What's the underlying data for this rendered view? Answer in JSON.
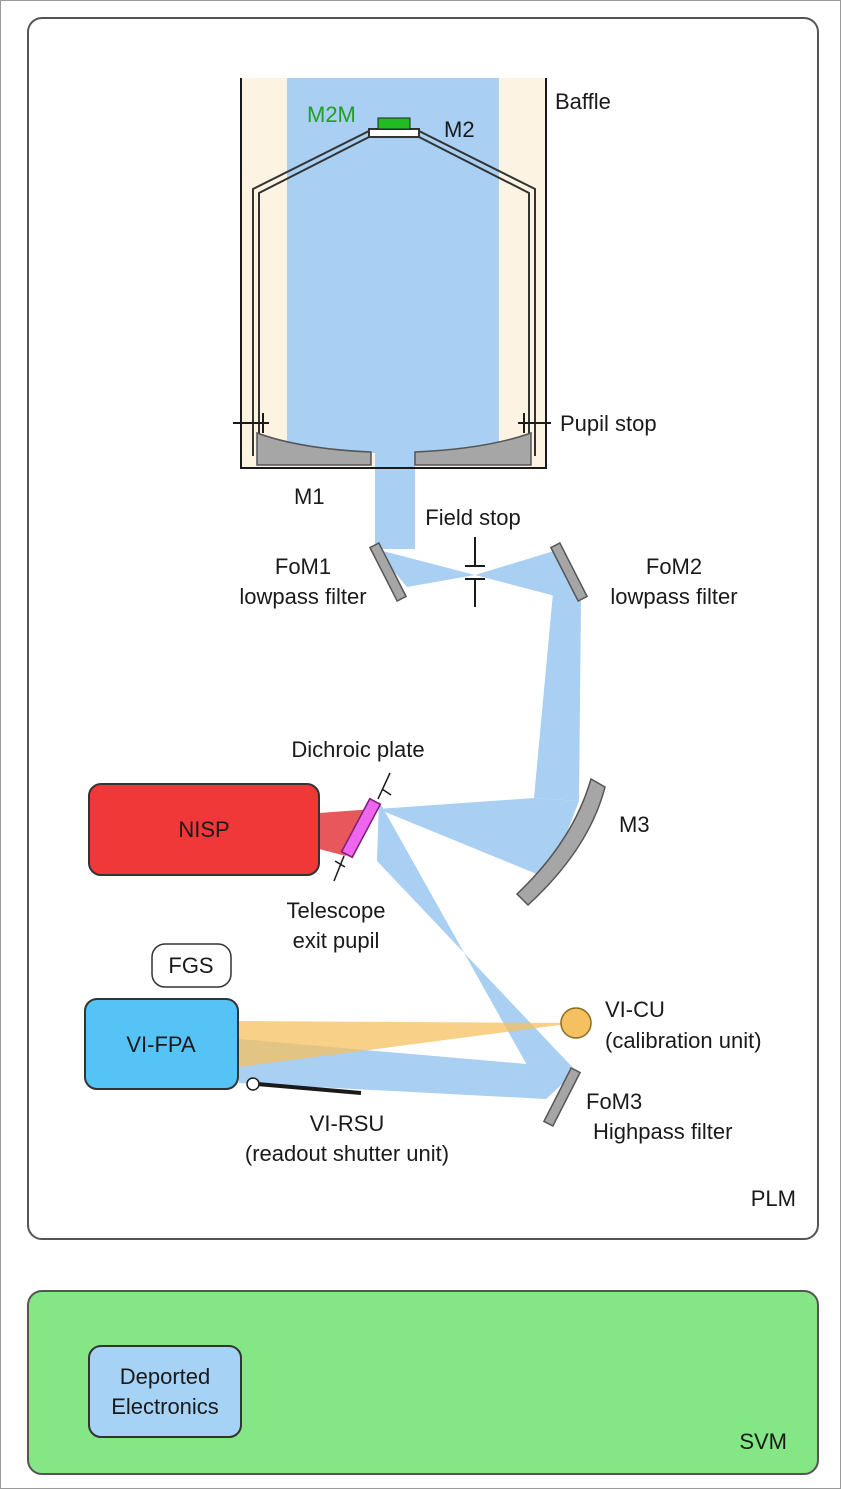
{
  "labels": {
    "baffle": "Baffle",
    "m2m": "M2M",
    "m2": "M2",
    "pupil_stop": "Pupil stop",
    "m1": "M1",
    "field_stop": "Field stop",
    "fom1_l1": "FoM1",
    "fom1_l2": "lowpass filter",
    "fom2_l1": "FoM2",
    "fom2_l2": "lowpass filter",
    "dichroic_plate": "Dichroic plate",
    "nisp": "NISP",
    "m3": "M3",
    "telescope_l1": "Telescope",
    "telescope_l2": "exit pupil",
    "fgs": "FGS",
    "vi_fpa": "VI-FPA",
    "vi_cu_l1": "VI-CU",
    "vi_cu_l2": "(calibration unit)",
    "vi_rsu_l1": "VI-RSU",
    "vi_rsu_l2": "(readout shutter unit)",
    "fom3_l1": "FoM3",
    "fom3_l2": "Highpass filter",
    "plm": "PLM",
    "deported_l1": "Deported",
    "deported_l2": "Electronics",
    "svm": "SVM"
  },
  "colors": {
    "beam": "#a9cff2",
    "baffle_fill": "#fdf3e2",
    "mirror": "#a6a6a6",
    "nisp": "#f03838",
    "nisp_beam": "#e8575c",
    "dichroic": "#ee66ee",
    "vi_fpa": "#55c3f5",
    "calibration": "#f5c060",
    "m2m": "#22bb22",
    "svm": "#84e684",
    "deported": "#a6d2f6"
  }
}
